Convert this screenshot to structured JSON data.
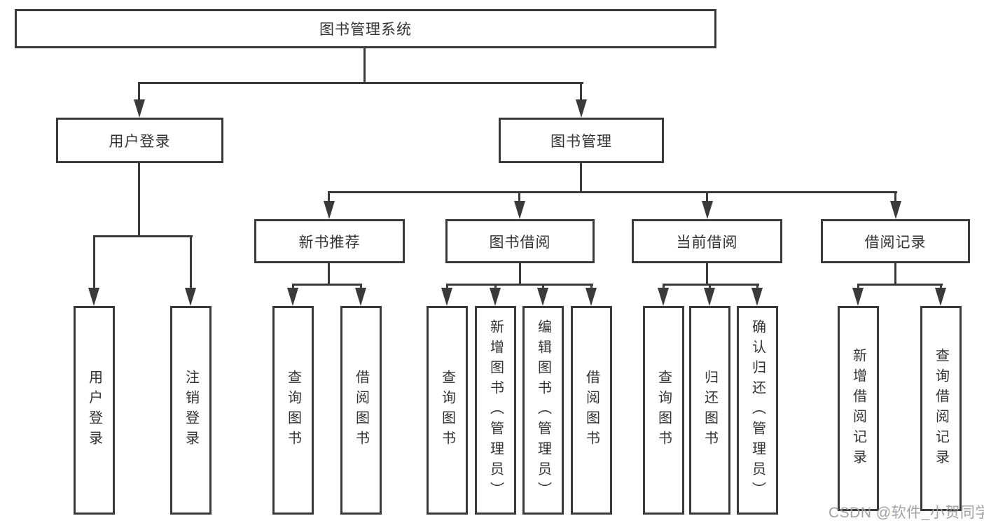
{
  "colors": {
    "line": "#3a3a3a",
    "text": "#333333",
    "watermark": "#a0a2a8",
    "background": "#ffffff"
  },
  "watermark": {
    "text": "CSDN @软件_小贺同学"
  },
  "diagram": {
    "root": {
      "label": "图书管理系统"
    },
    "level2": {
      "user_login": {
        "label": "用户登录"
      },
      "book_management": {
        "label": "图书管理"
      }
    },
    "level3": {
      "new_book_recommend": {
        "label": "新书推荐"
      },
      "book_borrowing": {
        "label": "图书借阅"
      },
      "current_borrowing": {
        "label": "当前借阅"
      },
      "borrowing_records": {
        "label": "借阅记录"
      }
    },
    "leaves": {
      "user_login": {
        "label": "用户登录"
      },
      "logout": {
        "label": "注销登录"
      },
      "recommend_query_books": {
        "label": "查询图书"
      },
      "recommend_borrow_books": {
        "label": "借阅图书"
      },
      "borrowing_query_books": {
        "label": "查询图书"
      },
      "borrowing_add_books": {
        "label": "新增图书（管理员）"
      },
      "borrowing_edit_books": {
        "label": "编辑图书（管理员）"
      },
      "borrowing_borrow_books": {
        "label": "借阅图书"
      },
      "current_query_books": {
        "label": "查询图书"
      },
      "current_return_books": {
        "label": "归还图书"
      },
      "current_confirm_return": {
        "label": "确认归还（管理员）"
      },
      "records_add_record": {
        "label": "新增借阅记录"
      },
      "records_query_record": {
        "label": "查询借阅记录"
      }
    }
  }
}
